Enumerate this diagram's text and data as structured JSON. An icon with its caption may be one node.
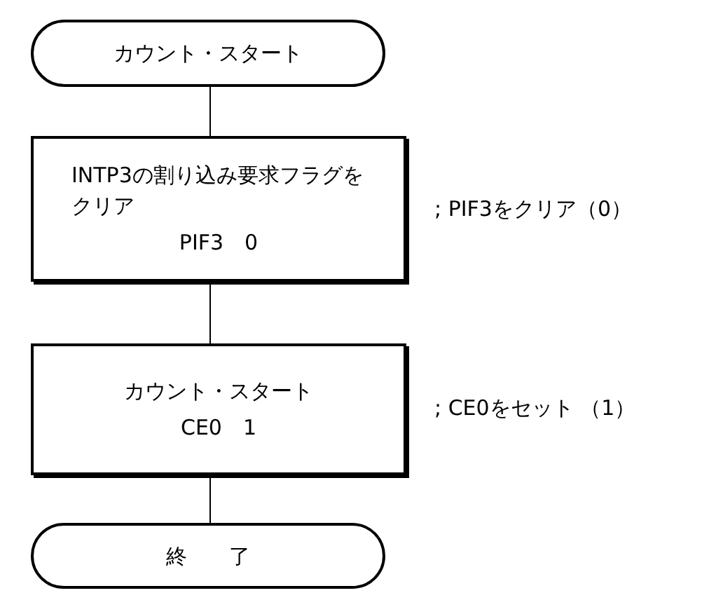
{
  "diagram": {
    "nodes": [
      {
        "text": [
          "カウント・スタート"
        ]
      },
      {
        "text": [
          "INTP3の割り込み要求フラグをクリア",
          "PIF3　0"
        ],
        "beside": [
          "; PIF3をクリア（0）"
        ]
      },
      {
        "text": [
          "カウント・スタート",
          "CE0　1"
        ],
        "beside": [
          "; CE0をセット （1）"
        ]
      },
      {
        "text": [
          "終　　了"
        ]
      }
    ],
    "edges": [
      {
        "from": 0,
        "to": 1,
        "arrow": "none"
      },
      {
        "from": 1,
        "to": 2,
        "arrow": "none"
      },
      {
        "from": 2,
        "to": 3,
        "arrow": "none"
      }
    ]
  }
}
